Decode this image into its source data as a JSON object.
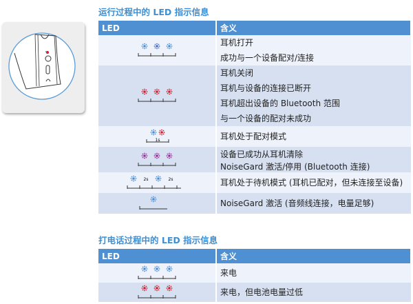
{
  "section1": {
    "title": "运行过程中的 LED 指示信息",
    "col_led": "LED",
    "col_meaning": "含义",
    "rows": [
      {
        "led": {
          "stars": [
            "#4a8fd8",
            "#4a6fc8",
            "#4a8fd8"
          ],
          "mode": "ticks3"
        },
        "meanings": [
          "耳机打开",
          "成功与一个设备配对/连接"
        ]
      },
      {
        "led": {
          "stars": [
            "#d01f2f",
            "#d01f2f",
            "#d01f2f"
          ],
          "mode": "ticks3"
        },
        "meanings": [
          "耳机关闭",
          "耳机与设备的连接已断开",
          "耳机超出设备的 Bluetooth 范围",
          "与一个设备的配对未成功"
        ]
      },
      {
        "led": {
          "stars": [
            "#4a8fd8",
            "#d01f2f"
          ],
          "mode": "pair",
          "labels": [
            "1s"
          ]
        },
        "meanings": [
          "耳机处于配对模式"
        ]
      },
      {
        "led": {
          "stars": [
            "#9b2a9e",
            "#9b2a9e",
            "#9b2a9e"
          ],
          "mode": "ticks3"
        },
        "meanings": [
          "设备已成功从耳机清除",
          "NoiseGard 激活/停用 (Bluetooth 连接)"
        ]
      },
      {
        "led": {
          "stars": [
            "#4a8fd8",
            "#4a8fd8"
          ],
          "mode": "standby",
          "labels": [
            "2s",
            "2s"
          ]
        },
        "meanings": [
          "耳机处于待机模式 (耳机已配对，但未连接至设备)"
        ]
      },
      {
        "led": {
          "stars": [
            "#4a8fd8"
          ],
          "mode": "single"
        },
        "meanings": [
          "NoiseGard 激活 (音频线连接，电量足够)"
        ]
      }
    ]
  },
  "section2": {
    "title": "打电话过程中的 LED 指示信息",
    "col_led": "LED",
    "col_meaning": "含义",
    "rows": [
      {
        "led": {
          "stars": [
            "#4a8fd8",
            "#4a8fd8",
            "#4a8fd8"
          ],
          "mode": "ticks3"
        },
        "meanings": [
          "来电"
        ]
      },
      {
        "led": {
          "stars": [
            "#d01f2f",
            "#d01f2f",
            "#d01f2f"
          ],
          "mode": "ticks3"
        },
        "meanings": [
          "来电，但电池电量过低"
        ]
      }
    ]
  }
}
